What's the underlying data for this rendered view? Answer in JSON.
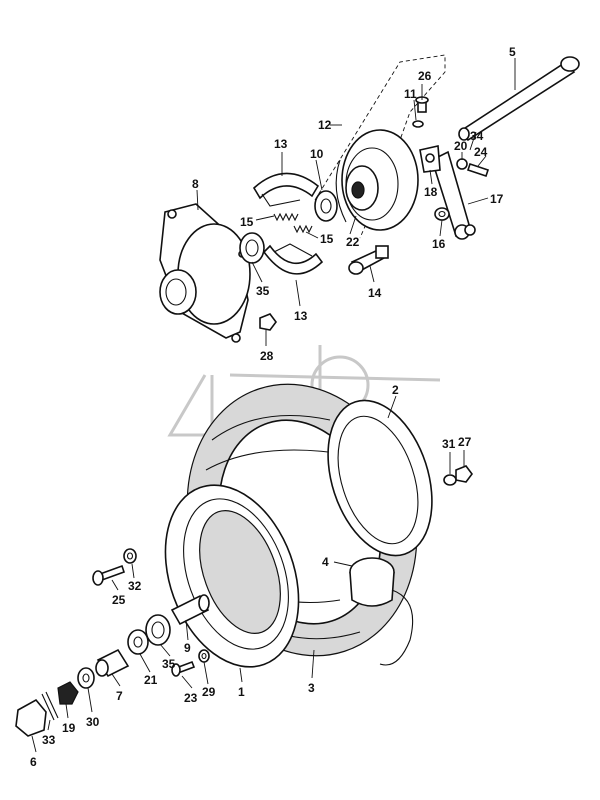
{
  "callouts": {
    "c1": "1",
    "c2": "2",
    "c3": "3",
    "c4": "4",
    "c5": "5",
    "c6": "6",
    "c7": "7",
    "c8": "8",
    "c9": "9",
    "c10": "10",
    "c11": "11",
    "c12": "12",
    "c13a": "13",
    "c13b": "13",
    "c14": "14",
    "c15a": "15",
    "c15b": "15",
    "c16": "16",
    "c17": "17",
    "c18": "18",
    "c19": "19",
    "c20": "20",
    "c21": "21",
    "c22": "22",
    "c23": "23",
    "c24": "24",
    "c25": "25",
    "c26": "26",
    "c27": "27",
    "c28": "28",
    "c29": "29",
    "c30": "30",
    "c31": "31",
    "c32": "32",
    "c33": "33",
    "c34": "34",
    "c35a": "35",
    "c35b": "35"
  }
}
